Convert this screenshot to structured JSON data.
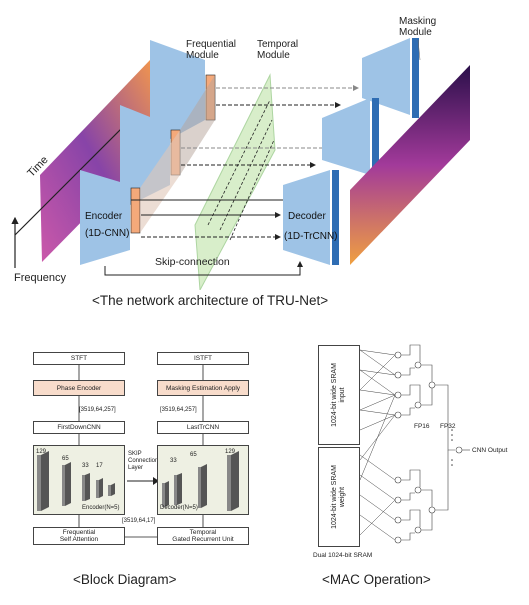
{
  "top": {
    "labels": {
      "masking": "Masking\nModule",
      "frequential": "Frequential\nModule",
      "temporal": "Temporal\nModule",
      "time": "Time",
      "frequency": "Frequency",
      "encoder": "Encoder",
      "encoder_sub": "(1D-CNN)",
      "decoder": "Decoder",
      "decoder_sub": "(1D-TrCNN)",
      "skip": "Skip-connection"
    },
    "caption": "<The network architecture of TRU-Net>"
  },
  "block": {
    "stft": "STFT",
    "phase_encoder": "Phase Encoder",
    "shape1": "[3519,64,257]",
    "first_down": "FirstDownCNN",
    "enc_nums": [
      "129",
      "65",
      "33",
      "17"
    ],
    "encoder_label": "Encoder(N=5)",
    "skip": "SKIP\nConnection\nLayer",
    "istft": "ISTFT",
    "masking": "Masking Estimation Apply",
    "shape2": "[3519,64,257]",
    "last_tr": "LastTrCNN",
    "dec_nums": [
      "33",
      "65",
      "129"
    ],
    "decoder_label": "Decoder(N=5)",
    "shape3": "[3519,64,17]",
    "freq_att": "Frequential\nSelf Attention",
    "temporal_gru": "Temporal\nGated Recurrent Unit",
    "caption": "<Block Diagram>"
  },
  "mac": {
    "sram_input": "1024-bit wide SRAM\ninput",
    "sram_weight": "1024-bit wide SRAM\nweight",
    "fp16": "FP16",
    "fp32": "FP32",
    "cnn_output": "CNN Output",
    "dual_sram": "Dual 1024-bit SRAM",
    "caption": "<MAC Operation>"
  }
}
